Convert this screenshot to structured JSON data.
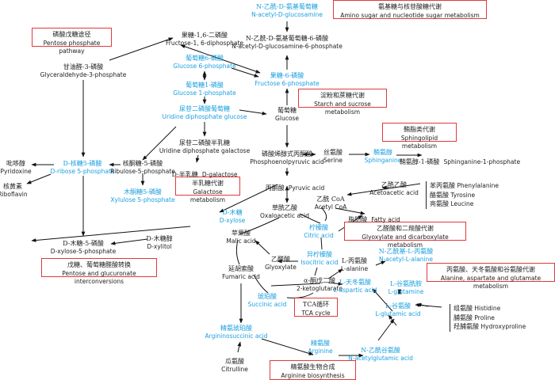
{
  "colors": {
    "highlight": "#1aa0e0",
    "normal": "#222222",
    "pathway_box_border": "#e03a3a"
  },
  "pathways": {
    "pentose_phosphate": {
      "zh": "磷酸戊糖途径",
      "en": "Pentose phosphate pathway"
    },
    "amino_sugar": {
      "zh": "氨基糖与核苷酸糖代谢",
      "en": "Amino sugar and nucleotide sugar metabolism"
    },
    "starch_sucrose": {
      "zh": "淀粉和蔗糖代谢",
      "en": "Starch and sucrose metabolism"
    },
    "sphingolipid": {
      "zh": "鞘脂类代谢",
      "en": "Sphingolipid metabolism"
    },
    "galactose": {
      "zh": "半乳糖代谢",
      "en": "Galactose metabolism"
    },
    "glyoxylate": {
      "zh": "乙醛酸和二羧酸代谢",
      "en": "Glyoxylate and dicarboxylate metabolism"
    },
    "pentose_glucuronate": {
      "zh": "戊糖、葡萄糖醛酸转换",
      "en": "Pentose and glucuronate interconversions"
    },
    "alanine_aspartate": {
      "zh": "丙氨酸、天冬氨酸和谷氨酸代谢",
      "en": "Alanine, aspartate and glutamate metabolism"
    },
    "tca": {
      "zh": "TCA循环",
      "en": "TCA cycle"
    },
    "arginine": {
      "zh": "精氨酸生物合成",
      "en": "Arginine biosynthesis"
    }
  },
  "metabolites": {
    "nacetyl_glucosamine": {
      "zh": "N-乙酰-D-氨基葡萄糖",
      "en": "N-acetyl-D-glucosamine",
      "highlight": true
    },
    "nacetyl_glucosamine_6p": {
      "zh": "N-乙酰-D-氨基葡萄糖-6-磷酸",
      "en": "N-acetyl-D-glucosamine-6-phosphate",
      "highlight": false
    },
    "fructose_16dp": {
      "zh": "果糖-1,6-二磷酸",
      "en": "Fructose-1, 6-diphosphate",
      "highlight": false
    },
    "glucose_6p": {
      "zh": "葡萄糖6-磷酸",
      "en": "Glucose 6-phosphate",
      "highlight": true
    },
    "fructose_6p": {
      "zh": "果糖-6-磷酸",
      "en": "Fructose 6-phosphate",
      "highlight": true
    },
    "glucose_1p": {
      "zh": "葡萄糖1-磷酸",
      "en": "Glucose 1-phosphate",
      "highlight": true
    },
    "udp_glucose": {
      "zh": "尿苷二磷酸葡萄糖",
      "en": "Uridine diphosphate glucose",
      "highlight": true
    },
    "glucose": {
      "zh": "葡萄糖",
      "en": "Glucose",
      "highlight": false
    },
    "glyceraldehyde_3p": {
      "zh": "甘油醛-3-磷酸",
      "en": "Glyceraldehyde-3-phosphate",
      "highlight": false
    },
    "udp_galactose": {
      "zh": "尿苷二磷酸半乳糖",
      "en": "Uridine diphosphate galactose",
      "highlight": false
    },
    "d_galactose": {
      "zh": "D-半乳糖",
      "en": "D-galactose",
      "highlight": false
    },
    "pep": {
      "zh": "磷酸烯醇式丙酮酸",
      "en": "Phosphoenolpyruvic acid",
      "highlight": false
    },
    "serine": {
      "zh": "丝氨酸",
      "en": "Serine",
      "highlight": false
    },
    "sphinganine": {
      "zh": "鞘氨醇",
      "en": "Sphinganine",
      "highlight": true
    },
    "sphinganine_1p": {
      "zh": "鞘氨醇-1-磷酸",
      "en": "Sphinganine-1-phosphate",
      "highlight": false
    },
    "pyridoxine": {
      "zh": "吡哆醇",
      "en": "Pyridoxine",
      "highlight": false
    },
    "riboflavin": {
      "zh": "核黄素",
      "en": "Riboflavin",
      "highlight": false
    },
    "d_ribose_5p": {
      "zh": "D-核糖5-磷酸",
      "en": "D-ribose 5-phosphate",
      "highlight": true
    },
    "ribulose_5p": {
      "zh": "核酮糖-5-磷酸",
      "en": "Ribulose-5-phosphate",
      "highlight": false
    },
    "xylulose_5p": {
      "zh": "木酮糖5-磷酸",
      "en": "Xylulose 5-phosphate",
      "highlight": true
    },
    "pyruvic": {
      "zh": "丙酮酸",
      "en": "Pyruvic acid",
      "highlight": false
    },
    "acetyl_coa": {
      "zh": "乙酰 CoA",
      "en": "Acetyl  CoA",
      "highlight": false
    },
    "acetoacetic": {
      "zh": "乙酰乙酸",
      "en": "Acetoacetic acid",
      "highlight": false
    },
    "fatty_acid": {
      "zh": "脂肪酸",
      "en": "Fatty acid",
      "highlight": false
    },
    "d_xylose": {
      "zh": "D-木糖",
      "en": "D-xylose",
      "highlight": true
    },
    "oxaloacetic": {
      "zh": "草酰乙酸",
      "en": "Oxaloacetic acid",
      "highlight": false
    },
    "malic": {
      "zh": "苹果酸",
      "en": "Malic acid",
      "highlight": false
    },
    "citric": {
      "zh": "柠檬酸",
      "en": "Citric acid",
      "highlight": true
    },
    "d_xylose_5p": {
      "zh": "D-木糖-5-磷酸",
      "en": "D-xylose-5-phosphate",
      "highlight": false
    },
    "d_xylitol": {
      "zh": "D-木糖醇",
      "en": "D-xylitol",
      "highlight": false
    },
    "glyoxylate": {
      "zh": "乙醛酸",
      "en": "Glyoxylate",
      "highlight": false
    },
    "isocitric": {
      "zh": "异柠檬酸",
      "en": "Isocitric acid",
      "highlight": true
    },
    "fumaric": {
      "zh": "延胡索酸",
      "en": "Fumaric acid",
      "highlight": false
    },
    "ketoglutarate": {
      "zh": "α-酮戊二酸",
      "en": "2-ketoglutarate",
      "highlight": false
    },
    "l_alanine": {
      "zh": "L-丙氨酸",
      "en": "L-alanine",
      "highlight": false
    },
    "n_acetyl_l_alanine": {
      "zh": "N-乙酰基-L-丙氨酸",
      "en": "N-acetyl-L-alanine",
      "highlight": true
    },
    "l_aspartic": {
      "zh": "L-天冬氨酸",
      "en": "L-aspartic acid",
      "highlight": true
    },
    "l_glutamine": {
      "zh": "L-谷氨酰胺",
      "en": "L-glutamine",
      "highlight": true
    },
    "l_glutamic": {
      "zh": "L-谷氨酸",
      "en": "L-glutamic acid",
      "highlight": true
    },
    "succinic": {
      "zh": "琥珀酸",
      "en": "Succinic acid",
      "highlight": true
    },
    "argininosuccinic": {
      "zh": "精氨琥珀酸",
      "en": "Argininosuccinic acid",
      "highlight": true
    },
    "arginine": {
      "zh": "精氨酸",
      "en": "Arginine",
      "highlight": true
    },
    "n_acetylglutamic": {
      "zh": "N-乙酰谷氨酸",
      "en": "N-acetylglutamic acid",
      "highlight": true
    },
    "citrulline": {
      "zh": "瓜氨酸",
      "en": "Citrulline",
      "highlight": false
    }
  },
  "lists": {
    "acetoacetic_sources": [
      {
        "zh": "苯丙氨酸",
        "en": "Phenylalanine"
      },
      {
        "zh": "酪氨酸",
        "en": "Tyrosine"
      },
      {
        "zh": "亮氨酸",
        "en": "Leucine"
      }
    ],
    "glutamic_sources": [
      {
        "zh": "组氨酸",
        "en": "Histidine"
      },
      {
        "zh": "脯氨酸",
        "en": "Proline"
      },
      {
        "zh": "羟脯氨酸",
        "en": "Hydroxyproline"
      }
    ]
  }
}
